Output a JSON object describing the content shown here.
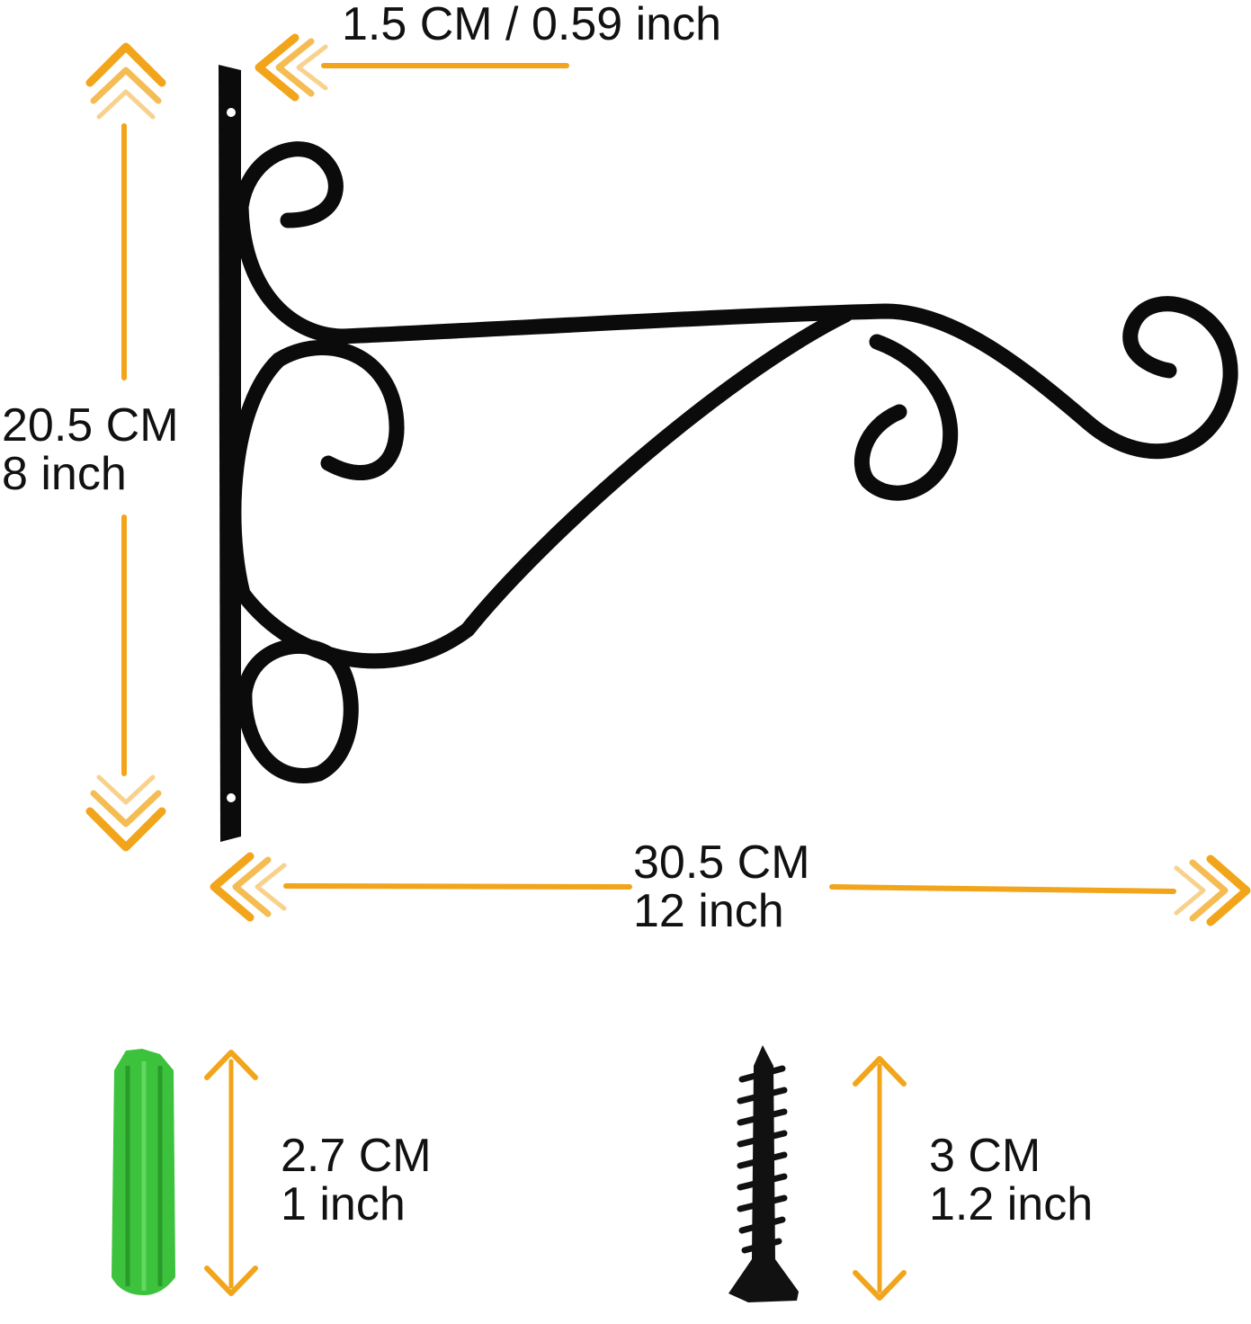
{
  "labels": {
    "thickness": "1.5 CM / 0.59 inch",
    "height_cm": "20.5 CM",
    "height_in": "8 inch",
    "width_cm": "30.5 CM",
    "width_in": "12 inch",
    "anchor_cm": "2.7 CM",
    "anchor_in": "1 inch",
    "screw_cm": "3 CM",
    "screw_in": "1.2 inch"
  },
  "colors": {
    "arrow": "#f2a51b",
    "bracket": "#0b0b0b",
    "anchor": "#3cc23c",
    "text": "#111111"
  },
  "icons": {
    "bracket": "scroll-wall-bracket-icon",
    "anchor": "wall-anchor-icon",
    "screw": "screw-icon"
  }
}
